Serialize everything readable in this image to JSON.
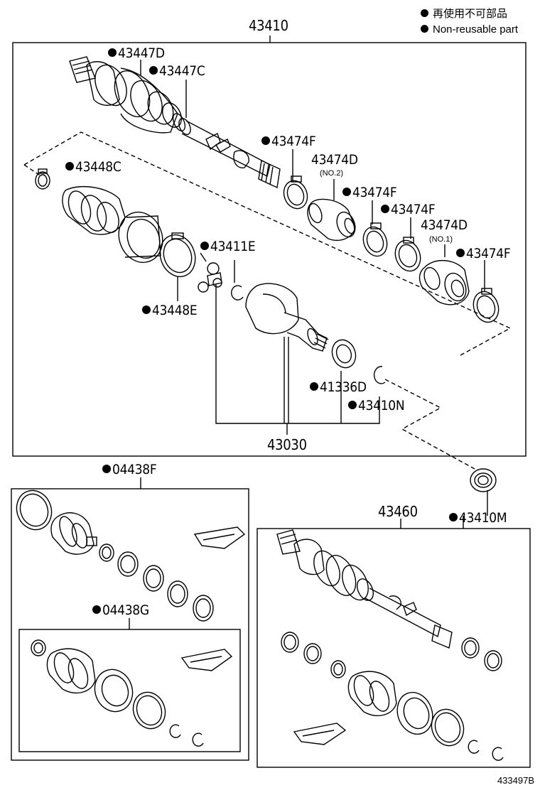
{
  "legend": {
    "line_jp": "再使用不可部品",
    "line_en": "Non-reusable part"
  },
  "labels": {
    "assy_43410": "43410",
    "p43447D": "43447D",
    "p43447C": "43447C",
    "p43474F_a": "43474F",
    "p43474D_no2": "43474D",
    "no2": "(NO.2)",
    "p43474F_b": "43474F",
    "p43474F_c": "43474F",
    "p43474D_no1": "43474D",
    "no1": "(NO.1)",
    "p43474F_d": "43474F",
    "p43448C": "43448C",
    "p43411E": "43411E",
    "p43448E": "43448E",
    "p41336D": "41336D",
    "p43410N": "43410N",
    "assy_43030": "43030",
    "kit_04438F": "04438F",
    "kit_04438G": "04438G",
    "assy_43460": "43460",
    "p43410M": "43410M"
  },
  "doc_number": "433497B",
  "icons": [
    "filled-dot-icon",
    "shaft-illustration",
    "boot-illustration",
    "clamp-illustration",
    "snap-ring-illustration",
    "bearing-illustration",
    "grease-packet-illustration"
  ]
}
